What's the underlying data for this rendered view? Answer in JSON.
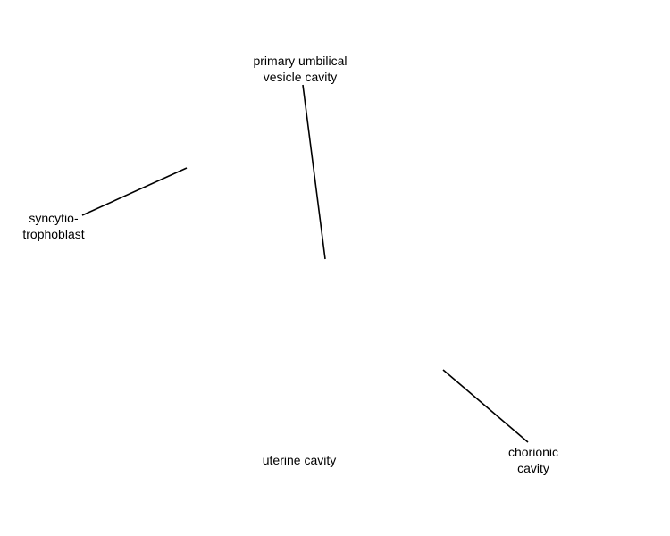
{
  "labels": {
    "primary_umbilical_vesicle_cavity": {
      "line1": "primary umbilical",
      "line2": "vesicle cavity"
    },
    "syncytiotrophoblast": {
      "line1": "syncytio-",
      "line2": "trophoblast"
    },
    "uterine_cavity": {
      "text": "uterine cavity"
    },
    "chorionic_cavity": {
      "line1": "chorionic",
      "line2": "cavity"
    }
  },
  "colors": {
    "background": "#ffffff",
    "text": "#000000",
    "leader_line": "#000000"
  }
}
